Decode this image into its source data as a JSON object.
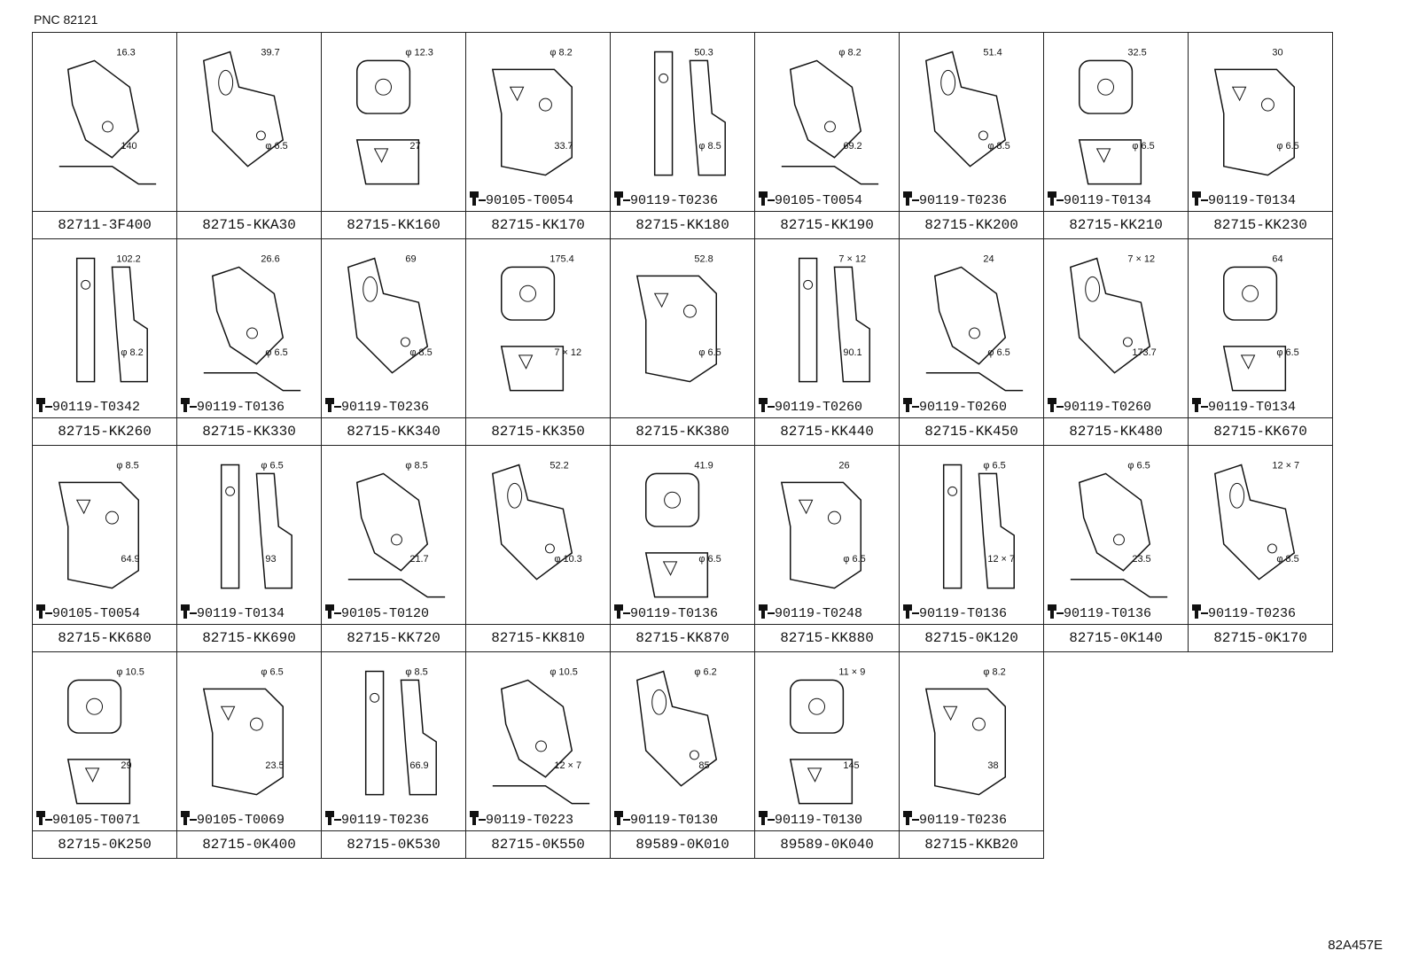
{
  "pnc": "PNC 82121",
  "diagram_code": "82A457E",
  "cells": [
    {
      "part": "82711-3F400",
      "bolt": "",
      "dims": [
        "16.3",
        "140"
      ]
    },
    {
      "part": "82715-KKA30",
      "bolt": "",
      "dims": [
        "39.7",
        "φ 6.5"
      ]
    },
    {
      "part": "82715-KK160",
      "bolt": "",
      "dims": [
        "φ 12.3",
        "27"
      ]
    },
    {
      "part": "82715-KK170",
      "bolt": "90105-T0054",
      "dims": [
        "φ 8.2",
        "33.7"
      ]
    },
    {
      "part": "82715-KK180",
      "bolt": "90119-T0236",
      "dims": [
        "50.3",
        "φ 8.5"
      ]
    },
    {
      "part": "82715-KK190",
      "bolt": "90105-T0054",
      "dims": [
        "φ 8.2",
        "69.2"
      ]
    },
    {
      "part": "82715-KK200",
      "bolt": "90119-T0236",
      "dims": [
        "51.4",
        "φ 8.5"
      ]
    },
    {
      "part": "82715-KK210",
      "bolt": "90119-T0134",
      "dims": [
        "32.5",
        "φ 6.5"
      ]
    },
    {
      "part": "82715-KK230",
      "bolt": "90119-T0134",
      "dims": [
        "30",
        "φ 6.5"
      ]
    },
    {
      "part": "82715-KK260",
      "bolt": "90119-T0342",
      "dims": [
        "102.2",
        "φ 8.2"
      ]
    },
    {
      "part": "82715-KK330",
      "bolt": "90119-T0136",
      "dims": [
        "26.6",
        "φ 6.5"
      ]
    },
    {
      "part": "82715-KK340",
      "bolt": "90119-T0236",
      "dims": [
        "69",
        "φ 8.5"
      ]
    },
    {
      "part": "82715-KK350",
      "bolt": "",
      "dims": [
        "175.4",
        "7 × 12"
      ]
    },
    {
      "part": "82715-KK380",
      "bolt": "",
      "dims": [
        "52.8",
        "φ 6.5"
      ]
    },
    {
      "part": "82715-KK440",
      "bolt": "90119-T0260",
      "dims": [
        "7 × 12",
        "90.1"
      ]
    },
    {
      "part": "82715-KK450",
      "bolt": "90119-T0260",
      "dims": [
        "24",
        "φ 6.5"
      ]
    },
    {
      "part": "82715-KK480",
      "bolt": "90119-T0260",
      "dims": [
        "7 × 12",
        "173.7"
      ]
    },
    {
      "part": "82715-KK670",
      "bolt": "90119-T0134",
      "dims": [
        "64",
        "φ 6.5"
      ]
    },
    {
      "part": "82715-KK680",
      "bolt": "90105-T0054",
      "dims": [
        "φ 8.5",
        "64.9"
      ]
    },
    {
      "part": "82715-KK690",
      "bolt": "90119-T0134",
      "dims": [
        "φ 6.5",
        "93"
      ]
    },
    {
      "part": "82715-KK720",
      "bolt": "90105-T0120",
      "dims": [
        "φ 8.5",
        "21.7"
      ]
    },
    {
      "part": "82715-KK810",
      "bolt": "",
      "dims": [
        "52.2",
        "φ 10.3"
      ]
    },
    {
      "part": "82715-KK870",
      "bolt": "90119-T0136",
      "dims": [
        "41.9",
        "φ 6.5"
      ]
    },
    {
      "part": "82715-KK880",
      "bolt": "90119-T0248",
      "dims": [
        "26",
        "φ 6.5"
      ]
    },
    {
      "part": "82715-0K120",
      "bolt": "90119-T0136",
      "dims": [
        "φ 6.5",
        "12 × 7"
      ]
    },
    {
      "part": "82715-0K140",
      "bolt": "90119-T0136",
      "dims": [
        "φ 6.5",
        "23.5"
      ]
    },
    {
      "part": "82715-0K170",
      "bolt": "90119-T0236",
      "dims": [
        "12 × 7",
        "φ 8.5"
      ]
    },
    {
      "part": "82715-0K250",
      "bolt": "90105-T0071",
      "dims": [
        "φ 10.5",
        "29"
      ]
    },
    {
      "part": "82715-0K400",
      "bolt": "90105-T0069",
      "dims": [
        "φ 6.5",
        "23.5"
      ]
    },
    {
      "part": "82715-0K530",
      "bolt": "90119-T0236",
      "dims": [
        "φ 8.5",
        "66.9"
      ]
    },
    {
      "part": "82715-0K550",
      "bolt": "90119-T0223",
      "dims": [
        "φ 10.5",
        "12 × 7"
      ]
    },
    {
      "part": "89589-0K010",
      "bolt": "90119-T0130",
      "dims": [
        "φ 6.2",
        "85"
      ]
    },
    {
      "part": "89589-0K040",
      "bolt": "90119-T0130",
      "dims": [
        "11 × 9",
        "145"
      ]
    },
    {
      "part": "82715-KKB20",
      "bolt": "90119-T0236",
      "dims": [
        "φ 8.2",
        "38"
      ]
    }
  ]
}
